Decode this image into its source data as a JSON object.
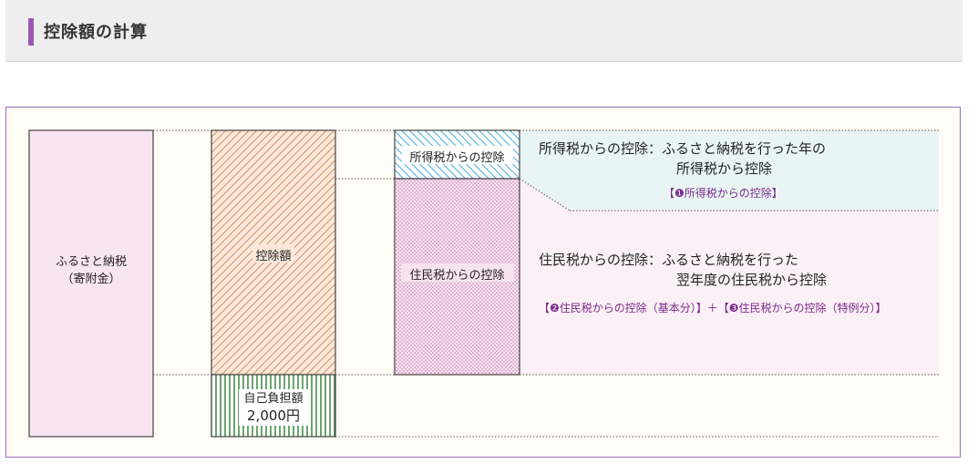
{
  "header": {
    "title": "控除額の計算"
  },
  "diagram": {
    "furusato_line1": "ふるさと納税",
    "furusato_line2": "（寄附金）",
    "kojo_label": "控除額",
    "jiko_line1": "自己負担額",
    "jiko_line2": "2,000円",
    "shotoku_box": "所得税からの控除",
    "jumin_box": "住民税からの控除",
    "shotoku_desc_line1": "所得税からの控除：ふるさと納税を行った年の",
    "shotoku_desc_line2": "所得税から控除",
    "shotoku_ref": "【❶所得税からの控除】",
    "jumin_desc_line1": "住民税からの控除：ふるさと納税を行った",
    "jumin_desc_line2": "翌年度の住民税から控除",
    "jumin_ref": "【❷住民税からの控除（基本分）】＋【❸住民税からの控除（特例分）】"
  },
  "colors": {
    "accent": "#9b59b6",
    "furusato_fill": "#f9e4f3",
    "kojo_hatch": "#c8784a",
    "jiko_stripe": "#2e7d32",
    "shotoku_hatch": "#2aa3d8",
    "jumin_dots": "#c77bb8",
    "shotoku_bg": "#e9f5f5",
    "jumin_bg": "#fbf0f5"
  }
}
